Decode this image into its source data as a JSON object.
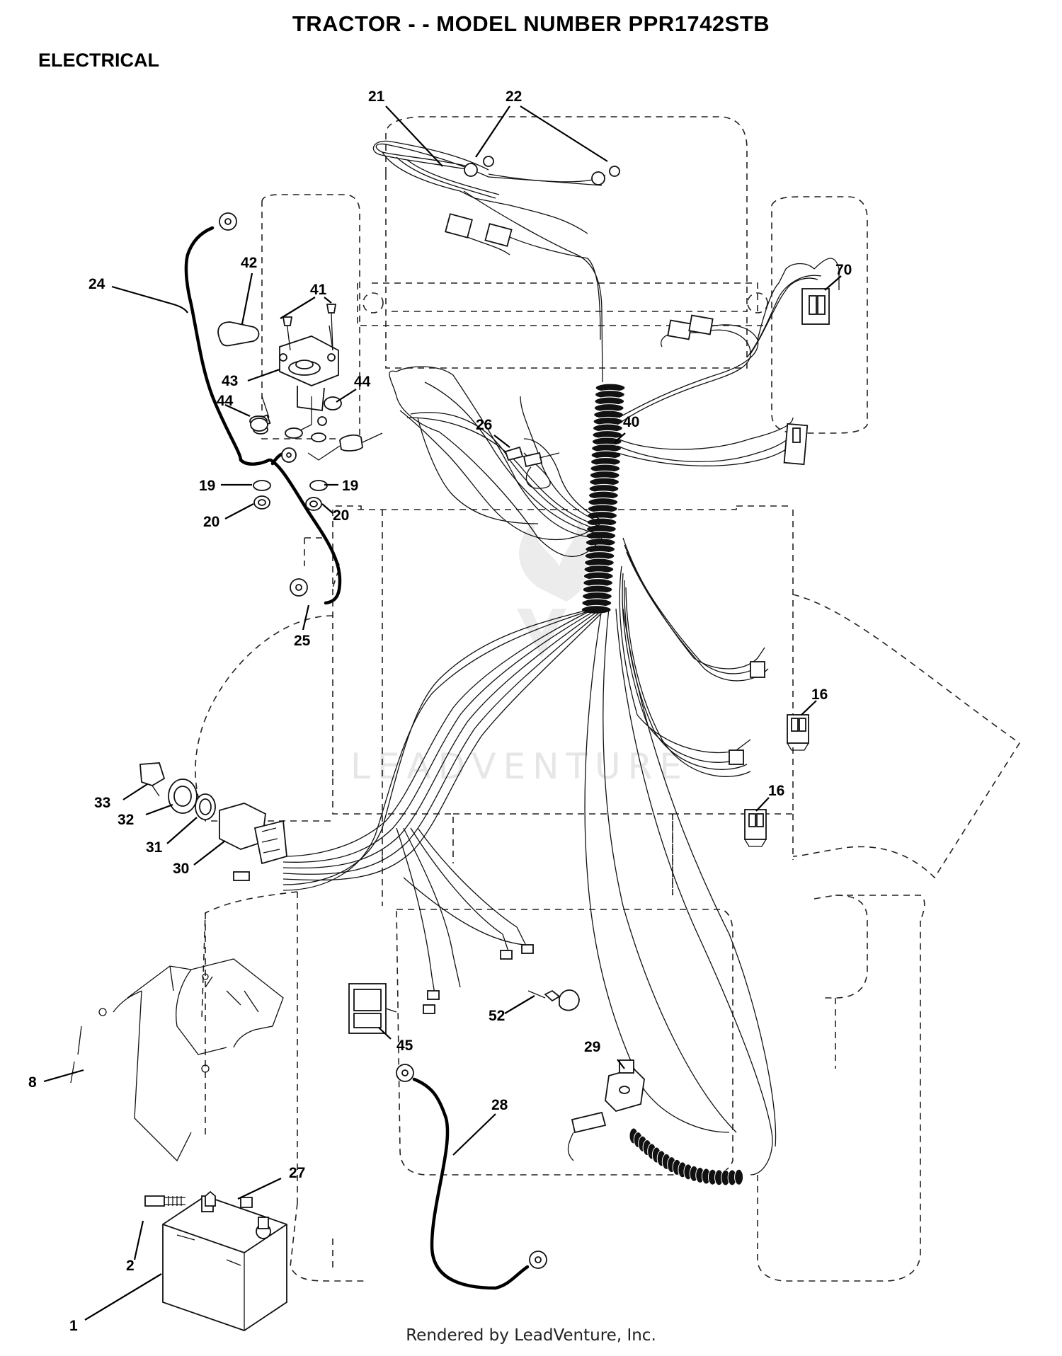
{
  "header": {
    "title": "TRACTOR - - MODEL NUMBER PPR1742STB",
    "section": "ELECTRICAL"
  },
  "watermark": "LEADVENTURE",
  "footer": "Rendered by LeadVenture, Inc.",
  "callouts": {
    "c1": "1",
    "c2": "2",
    "c8": "8",
    "c16a": "16",
    "c16b": "16",
    "c19a": "19",
    "c19b": "19",
    "c20a": "20",
    "c20b": "20",
    "c21": "21",
    "c22": "22",
    "c24": "24",
    "c25": "25",
    "c26": "26",
    "c27": "27",
    "c28": "28",
    "c29": "29",
    "c30": "30",
    "c31": "31",
    "c32": "32",
    "c33": "33",
    "c40": "40",
    "c41": "41",
    "c42": "42",
    "c43": "43",
    "c44a": "44",
    "c44b": "44",
    "c45": "45",
    "c52": "52",
    "c70": "70"
  }
}
